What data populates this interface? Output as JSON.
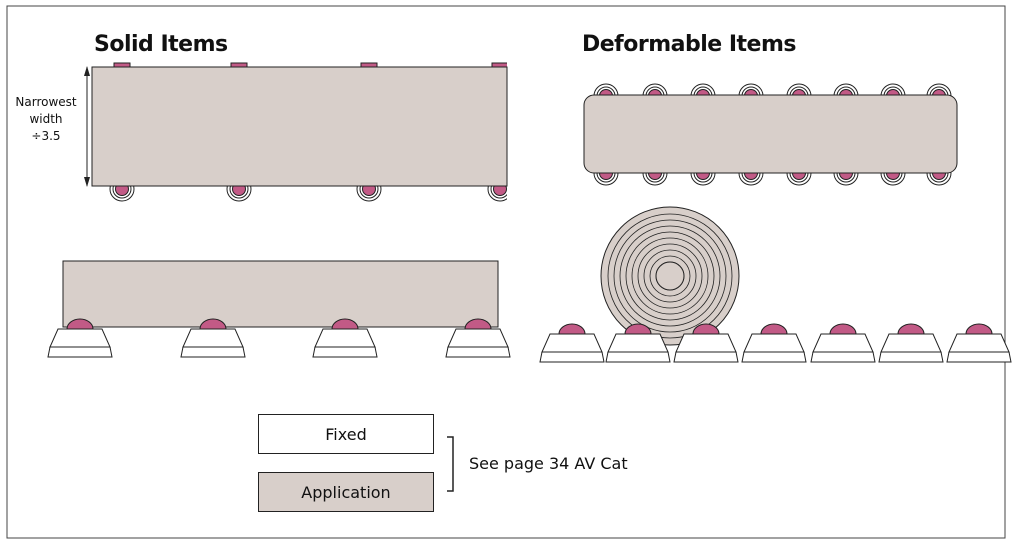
{
  "titles": {
    "solid": "Solid Items",
    "deformable": "Deformable Items"
  },
  "dimension": {
    "label": "Narrowest\nwidth\n÷3.5"
  },
  "legend": {
    "fixed_label": "Fixed",
    "application_label": "Application",
    "note": "See page 34 AV Cat"
  },
  "colors": {
    "item_fill": "#d8cfca",
    "ball_fill": "#c25a86",
    "outline": "#222222",
    "fixed_fill": "#ffffff"
  },
  "icons": {
    "ball_transfer": "ball-transfer-unit-icon",
    "coil": "coil-roll-icon"
  }
}
